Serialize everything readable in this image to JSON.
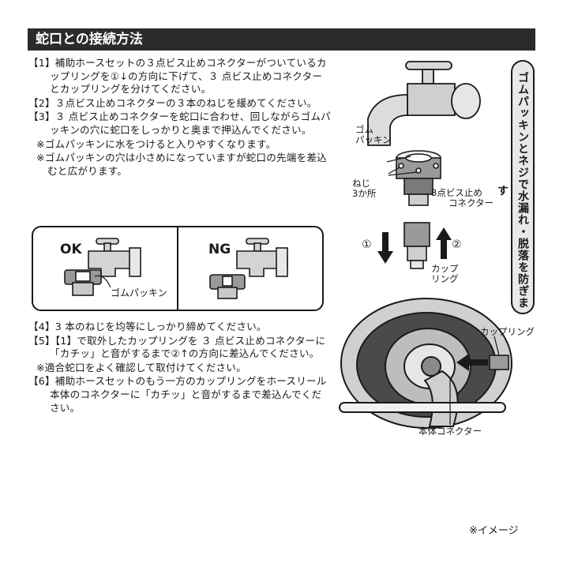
{
  "header": {
    "title": "蛇口との接続方法"
  },
  "steps_top": [
    "【1】補助ホースセットの３点ビス止めコネクターがついているカップリングを①↓の方向に下げて、３ 点ビス止めコネクターとカップリングを分けてください。",
    "【2】３点ビス止めコネクターの３本のねじを緩めてください。",
    "【3】３ 点ビス止めコネクターを蛇口に合わせ、回しながらゴムパッキンの穴に蛇口をしっかりと奥まで押込んでください。"
  ],
  "notes_top": [
    "※ゴムパッキンに水をつけると入りやすくなります。",
    "※ゴムパッキンの穴は小さめになっていますが蛇口の先端を差込むと広がります。"
  ],
  "okng": {
    "ok": "OK",
    "ng": "NG",
    "packing_label": "ゴムパッキン"
  },
  "steps_bottom": [
    "【4】3 本のねじを均等にしっかり締めてください。",
    "【5】【1】で取外したカップリングを ３ 点ビス止めコネクターに「カチッ」と音がするまで②↑の方向に差込んでください。"
  ],
  "note_bottom": "※適合蛇口をよく確認して取付けてください。",
  "step6": "【6】補助ホースセットのもう一方のカップリングをホースリール本体のコネクターに「カチッ」と音がするまで差込んでください。",
  "diagram": {
    "rubber_packing": [
      "ゴム",
      "パッキン"
    ],
    "screw": [
      "ねじ",
      "3か所"
    ],
    "connector": [
      "3点ビス止め",
      "コネクター"
    ],
    "arrow1": "①",
    "arrow2": "②",
    "coupling": [
      "カップ",
      "リング"
    ],
    "coupling_right": "カップリング",
    "body_connector": "本体コネクター"
  },
  "sidebar": {
    "text": "ゴムパッキンとネジで水漏れ・脱落を防ぎます"
  },
  "footer": {
    "image_note": "※イメージ"
  }
}
